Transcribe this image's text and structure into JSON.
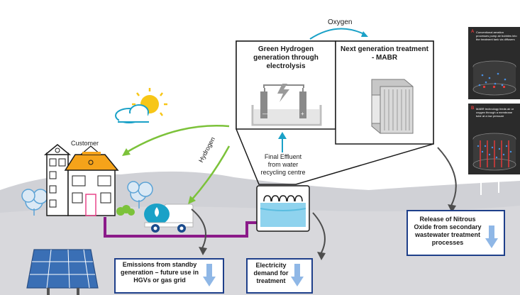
{
  "labels": {
    "oxygen": "Oxygen",
    "hydrogen": "Hydrogen",
    "customer": "Customer",
    "final_effluent": "Final Effluent from water recycling centre"
  },
  "boxes": {
    "green_hydrogen": "Green Hydrogen generation through electrolysis",
    "mabr": "Next generation treatment - MABR"
  },
  "callouts": {
    "emissions": "Emissions from standby generation – future use in HGVs or gas grid",
    "electricity": "Electricity demand for treatment",
    "nitrous": "Release of Nitrous Oxide from secondary wastewater treatment processes"
  },
  "panels": {
    "a_letter": "A",
    "a_text": "Conventional aeration processes pump air bubbles into the treatment tank via diffusers",
    "b_letter": "B",
    "b_text": "MABR technology feeds air or oxygen through a membrane tube at a low pressure"
  },
  "colors": {
    "hill": "#d0d1d6",
    "ground": "#d8d8dc",
    "purple": "#8b1a89",
    "green_arrow": "#7cc23a",
    "teal": "#1aa1c7",
    "callout_border": "#1e3f8a",
    "down_arrow": "#8fb7e6",
    "roof": "#f5a31a",
    "dark_panel": "#2b2b2b"
  },
  "icons": [
    "sun-icon",
    "cloud-icon",
    "house-icon",
    "tree-icon",
    "truck-icon",
    "solar-panel-icon",
    "electrolysis-icon",
    "mabr-module-icon",
    "tank-icon",
    "wind-turbine-icon"
  ]
}
